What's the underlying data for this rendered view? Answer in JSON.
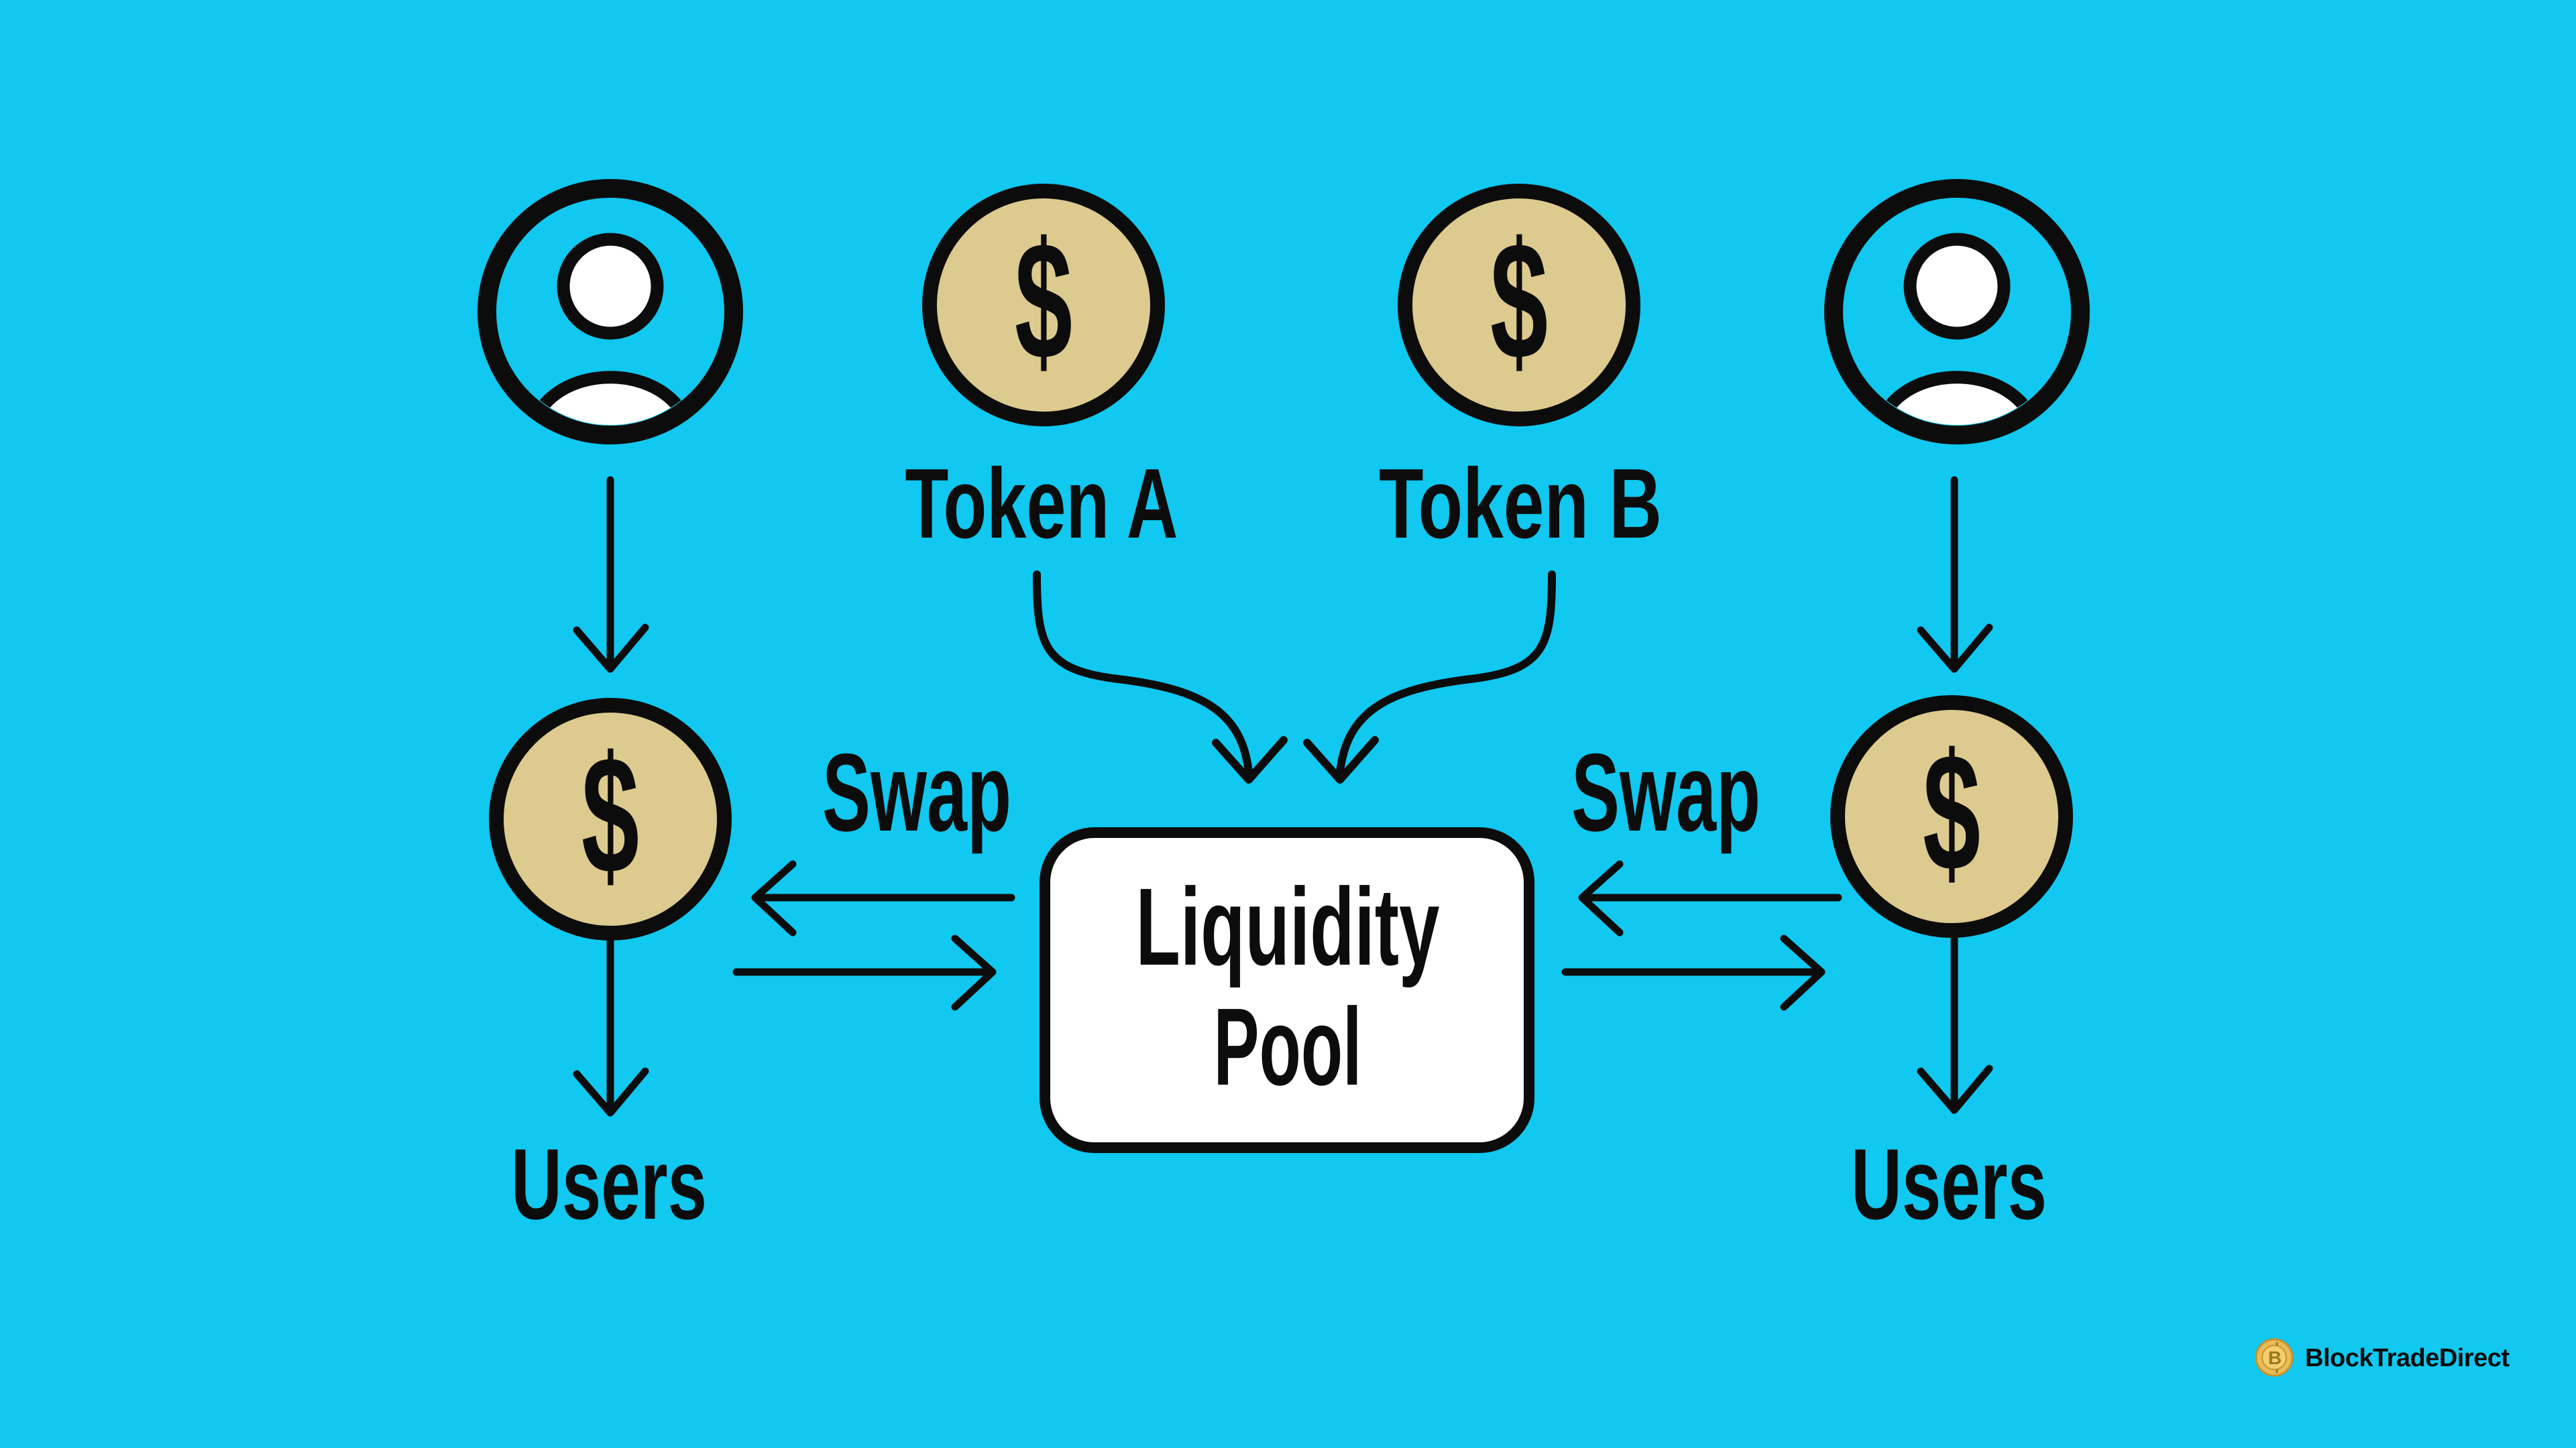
{
  "colors": {
    "background": "#10C8F0",
    "ink": "#0C0C0C",
    "coin": "#DDCA8E",
    "pool_fill": "#FFFFFF",
    "person_fill": "#FFFFFF",
    "logo_gold": "#E9BC55",
    "logo_gold_light": "#F3D06B",
    "logo_gold_dark": "#C6922F",
    "logo_symbol": "#9C7722"
  },
  "diagram": {
    "token_a_label": "Token A",
    "token_b_label": "Token B",
    "swap_left_label": "Swap",
    "swap_right_label": "Swap",
    "pool_label_line1": "Liquidity",
    "pool_label_line2": "Pool",
    "users_left_label": "Users",
    "users_right_label": "Users",
    "coin_symbol": "$"
  },
  "brand": {
    "name": "BlockTradeDirect",
    "coin_symbol": "B"
  }
}
